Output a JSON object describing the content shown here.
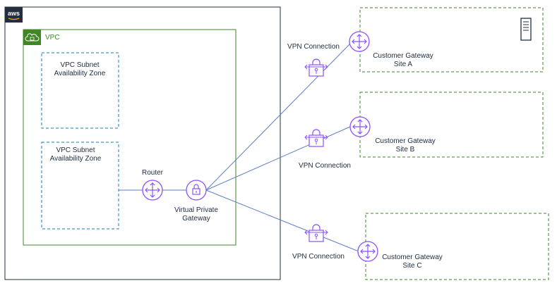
{
  "aws_badge": "aws",
  "vpc": {
    "label": "VPC"
  },
  "subnets": [
    {
      "line1": "VPC Subnet",
      "line2": "Availability Zone"
    },
    {
      "line1": "VPC Subnet",
      "line2": "Availability Zone"
    }
  ],
  "router": {
    "label": "Router"
  },
  "vpg": {
    "line1": "Virtual Private",
    "line2": "Gateway"
  },
  "connections": [
    {
      "label": "VPN Connection"
    },
    {
      "label": "VPN Connection"
    },
    {
      "label": "VPN Connection"
    }
  ],
  "sites": [
    {
      "line1": "Customer Gateway",
      "line2": "Site A"
    },
    {
      "line1": "Customer Gateway",
      "line2": "Site B"
    },
    {
      "line1": "Customer Gateway",
      "line2": "Site C"
    }
  ],
  "icons": {
    "aws": "aws-logo-icon",
    "vpc": "cloud-lock-icon",
    "router": "router-icon",
    "vpg": "padlock-icon",
    "vpn": "vpn-lock-icon",
    "server": "server-icon"
  },
  "colors": {
    "border": "#232f3e",
    "vpc_green": "#3f8624",
    "subnet_blue": "#147eba",
    "icon_purple": "#8c4fff",
    "link_blue": "#5a7fc4",
    "site_green": "#3f8624"
  }
}
